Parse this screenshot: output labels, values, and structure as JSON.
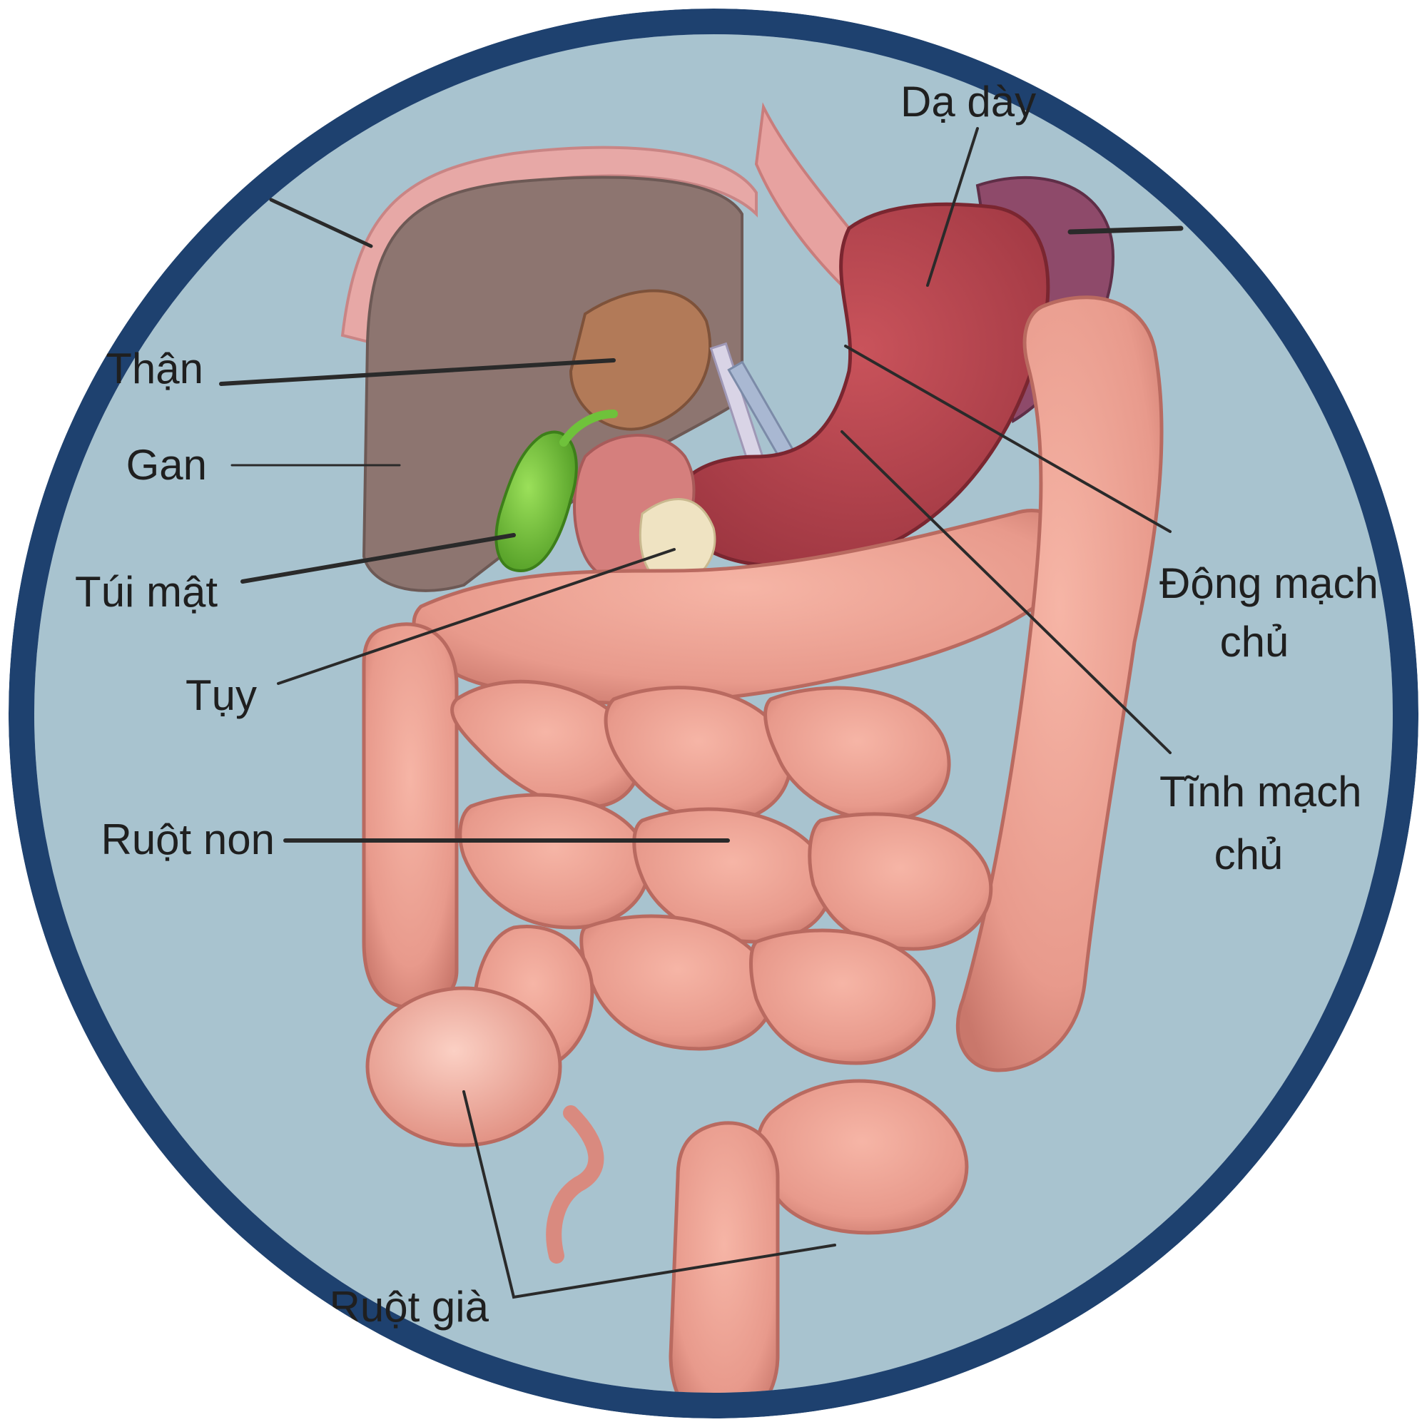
{
  "colors": {
    "frame": "#1e416f",
    "background": "#a8c3cf",
    "intestine": "#e89a8c",
    "intestine_shadow": "#c96f65",
    "liver": "#8d7570",
    "stomach": "#b8464e",
    "gallbladder": "#6fc23b",
    "spleen": "#8e4a6a",
    "pancreas": "#efe3c2",
    "label": "#1f1f1f",
    "leader": "#2a2a2a"
  },
  "labels": {
    "stomach": "Dạ dày",
    "kidney": "Thận",
    "liver": "Gan",
    "gallbladder": "Túi mật",
    "pancreas": "Tụy",
    "small_intestine": "Ruột non",
    "large_intestine": "Ruột già",
    "aorta_line1": "Động mạch",
    "aorta_line2": "chủ",
    "vena_cava_line1": "Tĩnh mạch",
    "vena_cava_line2": "chủ"
  }
}
